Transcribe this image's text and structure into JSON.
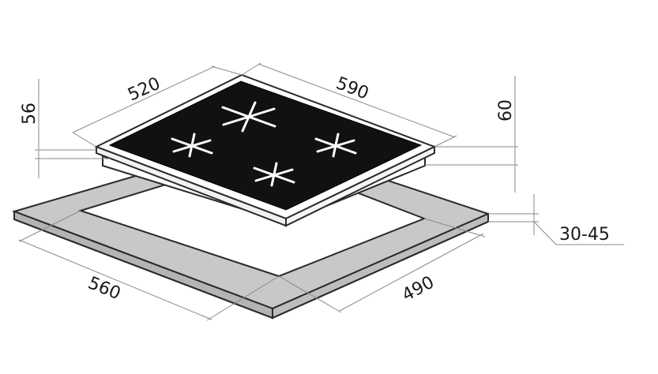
{
  "diagram": {
    "dimensions": {
      "hob_depth": "520",
      "hob_width": "590",
      "hob_height_left": "56",
      "hob_height_right": "60",
      "cutout_width": "560",
      "cutout_depth": "490",
      "worktop_thickness": "30-45"
    },
    "colors": {
      "glass": "#111111",
      "frame": "#ffffff",
      "worktop": "#c8c8c8",
      "dimension_lines": "#8a8a8a",
      "burner": "#ffffff"
    }
  }
}
